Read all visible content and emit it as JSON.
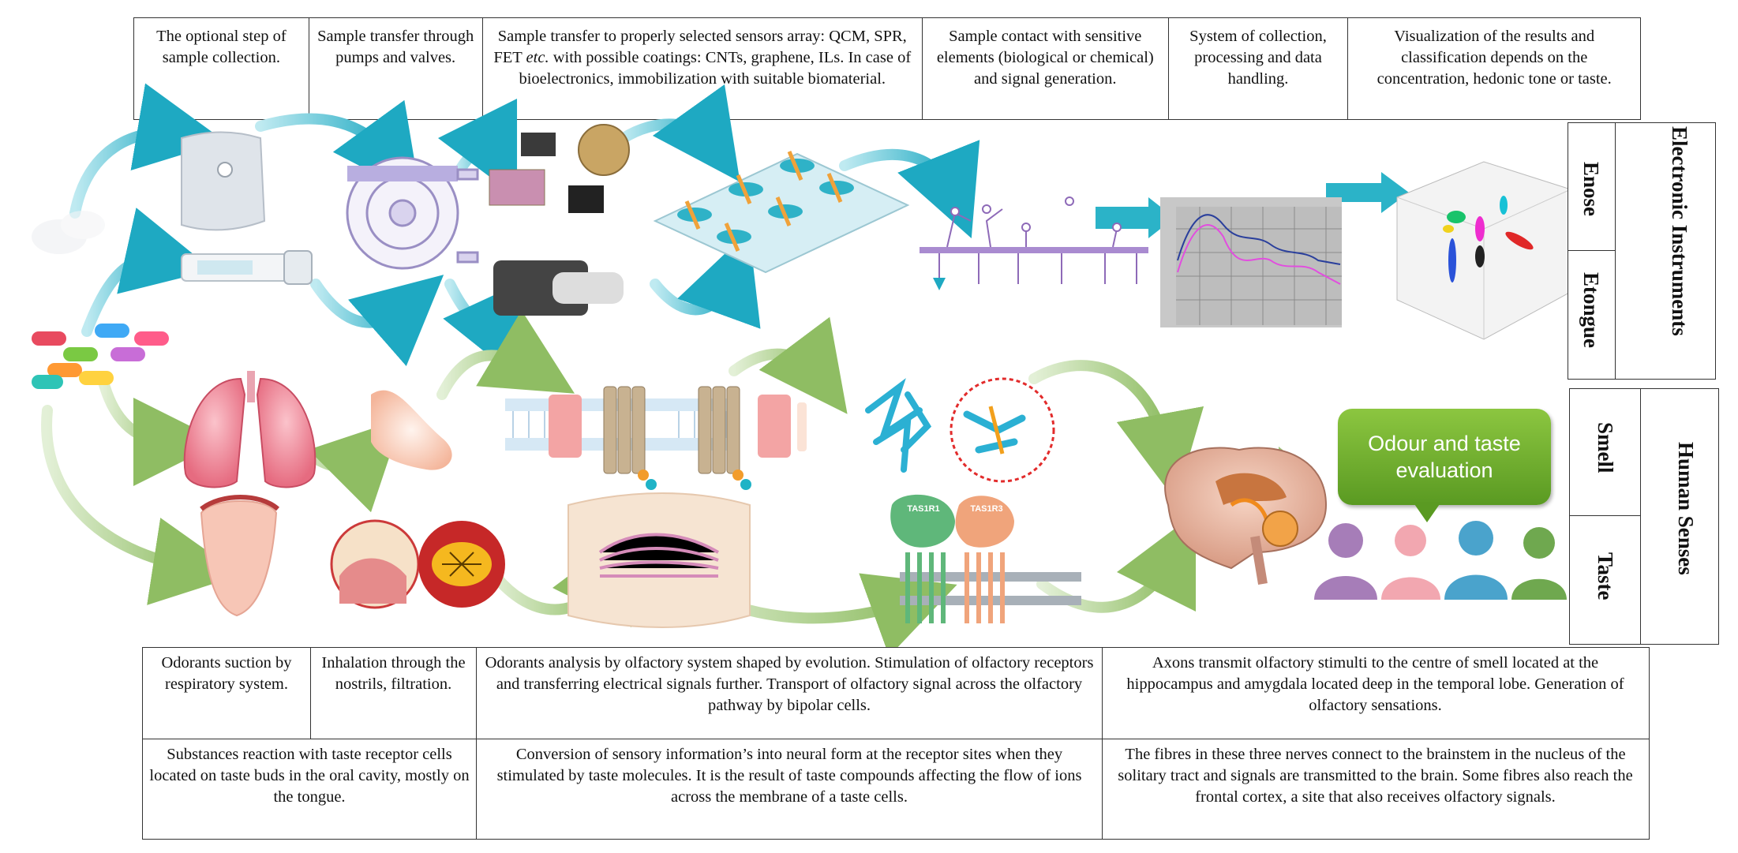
{
  "top_steps": [
    "The optional step of sample collection.",
    "Sample transfer through pumps and valves.",
    "Sample transfer to properly selected sensors array: QCM, SPR, FET etc. with possible coatings: CNTs, graphene, ILs. In case of bioelectronics, immobilization with suitable biomaterial.",
    "Sample contact with sensitive elements (biological or chemical) and signal generation.",
    "System of collection, processing and data handling.",
    "Visualization of the results and classification depends on the concentration, hedonic tone or taste."
  ],
  "top_step3_parts": {
    "before": "Sample transfer to properly selected sensors array: QCM, SPR, FET ",
    "italic": "etc.",
    "after": " with possible coatings: CNTs, graphene, ILs. In case of bioelectronics, immobilization with suitable biomaterial."
  },
  "side_labels": {
    "group1": "Electronic Instruments",
    "enose": "Enose",
    "etongue": "Etongue",
    "group2": "Human Senses",
    "smell": "Smell",
    "taste": "Taste"
  },
  "bubble_text": "Odour and taste evaluation",
  "protein_labels": {
    "left": "TAS1R1",
    "right": "TAS1R3"
  },
  "smell_steps": [
    "Odorants suction by respiratory system.",
    "Inhalation through the nostrils, filtration.",
    "Odorants analysis by olfactory system shaped by evolution. Stimulation of olfactory receptors and transferring electrical signals further. Transport of olfactory signal across the olfactory pathway by bipolar cells.",
    "Axons transmit olfactory stimulti to the centre of smell located at the hippocampus and amygdala located deep in the temporal lobe. Generation of olfactory sensations."
  ],
  "taste_steps": [
    "Substances reaction with taste receptor cells located on taste buds in the oral cavity, mostly on the tongue.",
    "Conversion of sensory information’s into neural form at the receptor sites when they stimulated by taste molecules. It is the result of taste compounds affecting the flow of ions across the membrane of a taste cells.",
    "The fibres in these three nerves connect to the brainstem in the nucleus of the solitary tract and signals are transmitted to the brain. Some fibres also reach the frontal cortex, a site that also receives olfactory signals."
  ],
  "colors": {
    "arrow_teal": "#2bb3c8",
    "arrow_green": "#9cc47a",
    "bubble_green": "#6bb52e",
    "lung_pink": "#f08a9a",
    "person_purple": "#a67db8",
    "person_pink": "#f2a7b0",
    "person_blue": "#4aa3cc",
    "person_green": "#6fa84f"
  }
}
